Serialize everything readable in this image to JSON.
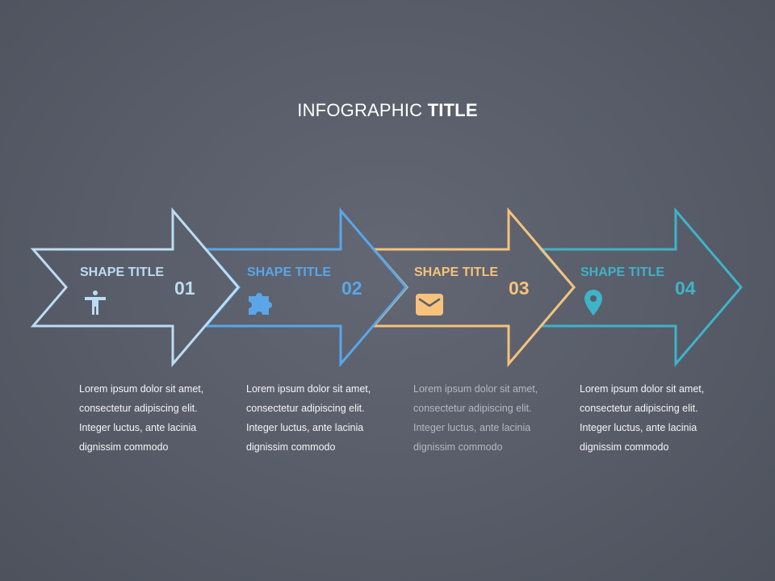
{
  "title": {
    "regular": "INFOGRAPHIC",
    "bold": "TITLE"
  },
  "steps": [
    {
      "title": "SHAPE TITLE",
      "number": "01",
      "icon": "person-icon",
      "color": "#bcdcf3",
      "text": "Lorem ipsum dolor sit amet,\nconsectetur  adipiscing elit.\nInteger luctus,  ante lacinia\ndignissim commodo",
      "text_color": "#f5f5f5"
    },
    {
      "title": "SHAPE TITLE",
      "number": "02",
      "icon": "puzzle-icon",
      "color": "#5aa6e8",
      "text": "Lorem ipsum dolor sit amet,\nconsectetur  adipiscing elit.\nInteger luctus,  ante lacinia\ndignissim commodo",
      "text_color": "#f5f5f5"
    },
    {
      "title": "SHAPE TITLE",
      "number": "03",
      "icon": "envelope-icon",
      "color": "#f6c27c",
      "text": "Lorem ipsum dolor sit amet,\nconsectetur  adipiscing elit.\nInteger luctus,  ante lacinia\ndignissim commodo",
      "text_color": "#b4b8c0"
    },
    {
      "title": "SHAPE TITLE",
      "number": "04",
      "icon": "map-pin-icon",
      "color": "#3fb3c7",
      "text": "Lorem ipsum dolor sit amet,\nconsectetur  adipiscing elit.\nInteger luctus,  ante lacinia\ndignissim commodo",
      "text_color": "#f5f5f5"
    }
  ]
}
